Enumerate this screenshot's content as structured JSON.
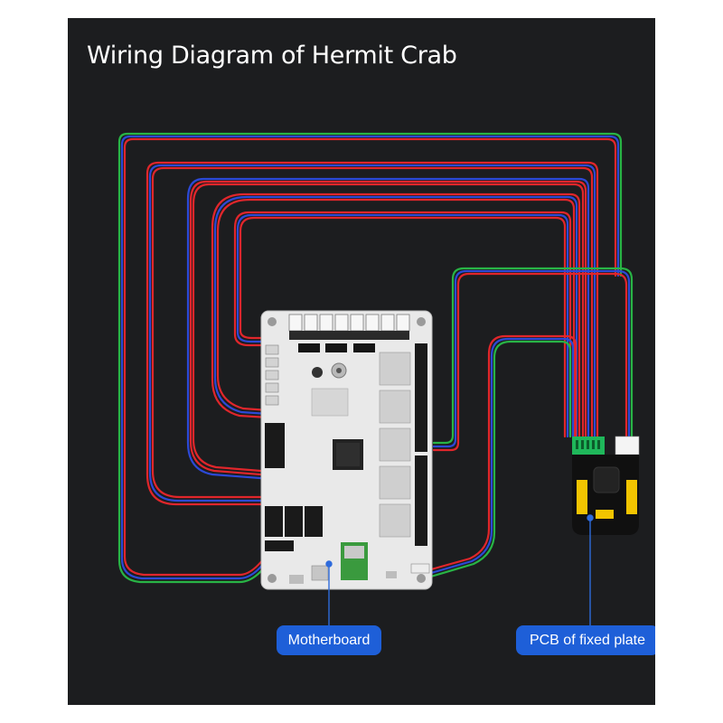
{
  "title": "Wiring Diagram of Hermit Crab",
  "labels": {
    "motherboard": "Motherboard",
    "pcb": "PCB of fixed plate"
  },
  "colors": {
    "background": "#1c1d1f",
    "wire_red": "#e0262b",
    "wire_blue": "#2c49d6",
    "wire_green": "#28b445",
    "callout": "#1e5fd8",
    "board": "#e9e9e9",
    "pcb": "#101010",
    "connector_yellow": "#f2c400",
    "terminal_green": "#1fb75a"
  }
}
